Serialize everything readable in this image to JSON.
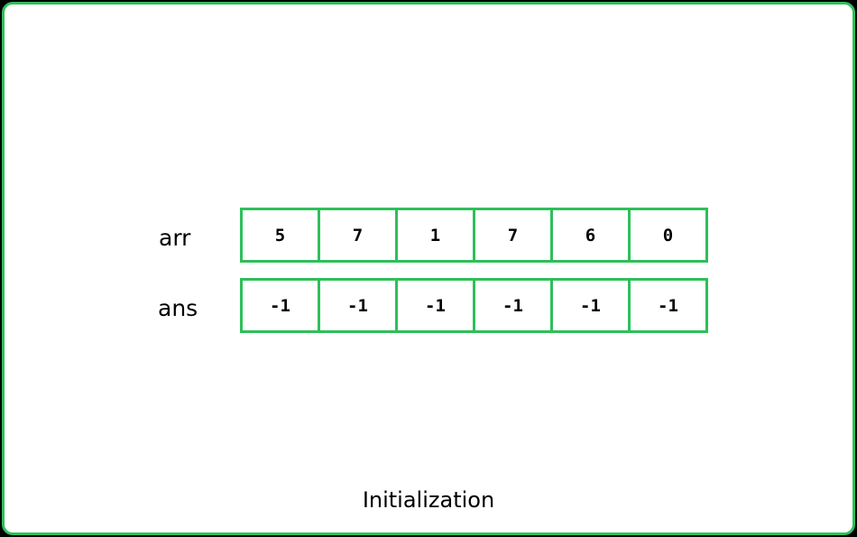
{
  "arr": {
    "label": "arr",
    "values": [
      "5",
      "7",
      "1",
      "7",
      "6",
      "0"
    ]
  },
  "ans": {
    "label": "ans",
    "values": [
      "-1",
      "-1",
      "-1",
      "-1",
      "-1",
      "-1"
    ]
  },
  "caption": "Initialization",
  "colors": {
    "accent": "#2fbf5a",
    "background": "#ffffff",
    "outer": "#000000"
  }
}
